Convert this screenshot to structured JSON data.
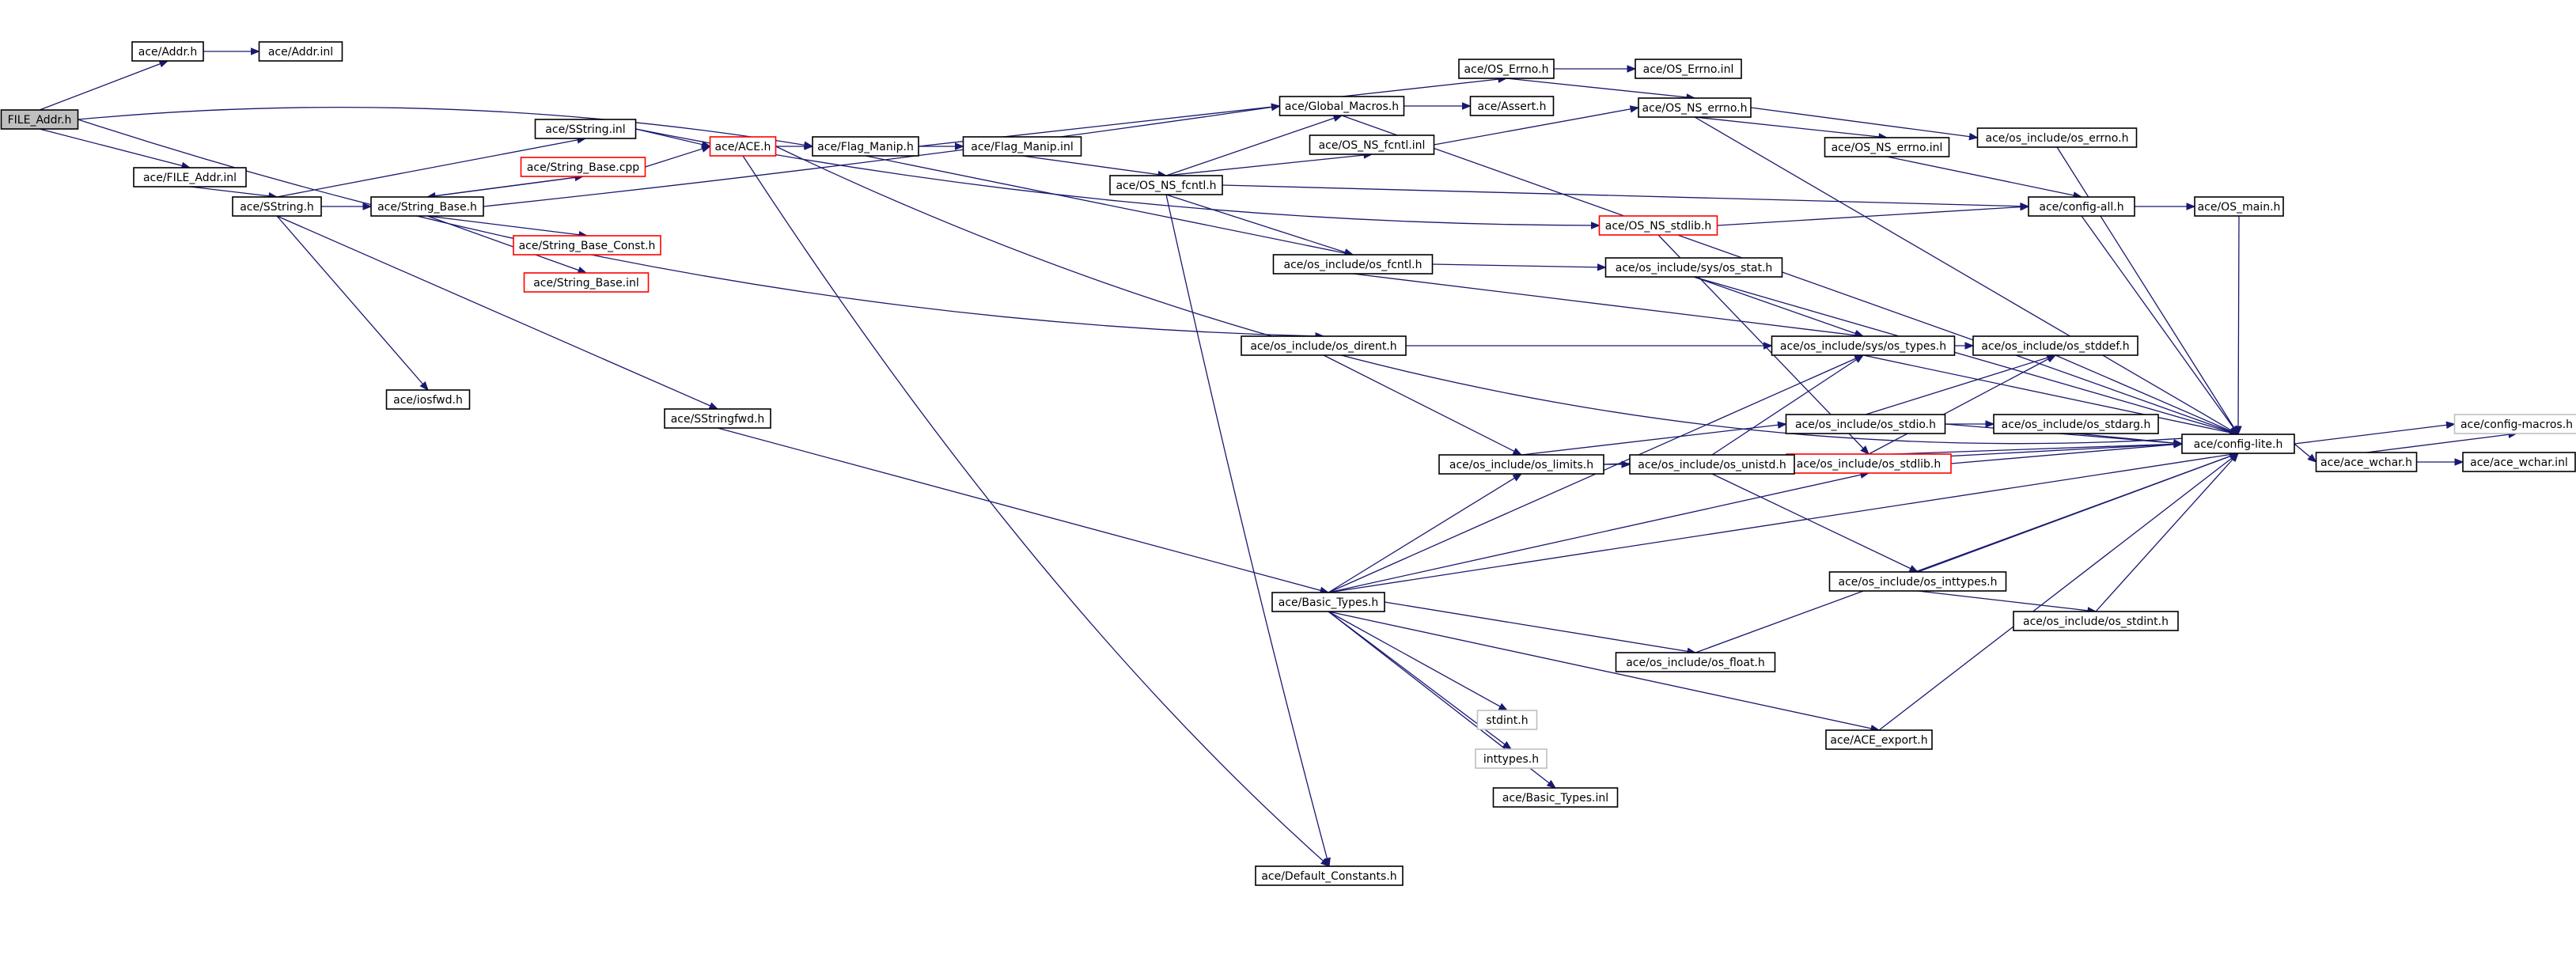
{
  "graph": {
    "kind": "include-dependency-graph",
    "colors": {
      "edge": "#191970",
      "node_border": "#000000",
      "missing_border": "#ff0000",
      "external_border": "#bfbfbf",
      "root_fill": "#bfbfbf"
    },
    "nodes": [
      {
        "id": "file_addr_h",
        "label": "FILE_Addr.h",
        "style": "root"
      },
      {
        "id": "addr_h",
        "label": "ace/Addr.h",
        "style": "normal"
      },
      {
        "id": "addr_inl",
        "label": "ace/Addr.inl",
        "style": "normal"
      },
      {
        "id": "file_addr_inl",
        "label": "ace/FILE_Addr.inl",
        "style": "normal"
      },
      {
        "id": "sstring_h",
        "label": "ace/SString.h",
        "style": "normal"
      },
      {
        "id": "sstring_inl",
        "label": "ace/SString.inl",
        "style": "normal"
      },
      {
        "id": "string_base_h",
        "label": "ace/String_Base.h",
        "style": "normal"
      },
      {
        "id": "string_base_cpp",
        "label": "ace/String_Base.cpp",
        "style": "red"
      },
      {
        "id": "string_base_const_h",
        "label": "ace/String_Base_Const.h",
        "style": "red"
      },
      {
        "id": "string_base_inl",
        "label": "ace/String_Base.inl",
        "style": "red"
      },
      {
        "id": "iosfwd_h",
        "label": "ace/iosfwd.h",
        "style": "normal"
      },
      {
        "id": "sstringfwd_h",
        "label": "ace/SStringfwd.h",
        "style": "normal"
      },
      {
        "id": "ace_h",
        "label": "ace/ACE.h",
        "style": "red"
      },
      {
        "id": "flag_manip_h",
        "label": "ace/Flag_Manip.h",
        "style": "normal"
      },
      {
        "id": "flag_manip_inl",
        "label": "ace/Flag_Manip.inl",
        "style": "normal"
      },
      {
        "id": "global_macros_h",
        "label": "ace/Global_Macros.h",
        "style": "normal"
      },
      {
        "id": "os_errno_h",
        "label": "ace/OS_Errno.h",
        "style": "normal"
      },
      {
        "id": "os_errno_inl",
        "label": "ace/OS_Errno.inl",
        "style": "normal"
      },
      {
        "id": "assert_h",
        "label": "ace/Assert.h",
        "style": "normal"
      },
      {
        "id": "os_ns_errno_h",
        "label": "ace/OS_NS_errno.h",
        "style": "normal"
      },
      {
        "id": "os_ns_errno_inl",
        "label": "ace/OS_NS_errno.inl",
        "style": "normal"
      },
      {
        "id": "os_include_os_errno_h",
        "label": "ace/os_include/os_errno.h",
        "style": "normal"
      },
      {
        "id": "os_ns_fcntl_inl",
        "label": "ace/OS_NS_fcntl.inl",
        "style": "normal"
      },
      {
        "id": "os_ns_fcntl_h",
        "label": "ace/OS_NS_fcntl.h",
        "style": "normal"
      },
      {
        "id": "config_all_h",
        "label": "ace/config-all.h",
        "style": "normal"
      },
      {
        "id": "os_main_h",
        "label": "ace/OS_main.h",
        "style": "normal"
      },
      {
        "id": "os_ns_stdlib_h",
        "label": "ace/OS_NS_stdlib.h",
        "style": "red"
      },
      {
        "id": "os_fcntl_h",
        "label": "ace/os_include/os_fcntl.h",
        "style": "normal"
      },
      {
        "id": "sys_os_stat_h",
        "label": "ace/os_include/sys/os_stat.h",
        "style": "normal"
      },
      {
        "id": "os_dirent_h",
        "label": "ace/os_include/os_dirent.h",
        "style": "normal"
      },
      {
        "id": "sys_os_types_h",
        "label": "ace/os_include/sys/os_types.h",
        "style": "normal"
      },
      {
        "id": "os_stddef_h",
        "label": "ace/os_include/os_stddef.h",
        "style": "normal"
      },
      {
        "id": "os_stdio_h",
        "label": "ace/os_include/os_stdio.h",
        "style": "normal"
      },
      {
        "id": "os_stdarg_h",
        "label": "ace/os_include/os_stdarg.h",
        "style": "normal"
      },
      {
        "id": "os_stdlib_h",
        "label": "ace/os_include/os_stdlib.h",
        "style": "red"
      },
      {
        "id": "os_limits_h",
        "label": "ace/os_include/os_limits.h",
        "style": "normal"
      },
      {
        "id": "os_unistd_h",
        "label": "ace/os_include/os_unistd.h",
        "style": "normal"
      },
      {
        "id": "config_lite_h",
        "label": "ace/config-lite.h",
        "style": "normal"
      },
      {
        "id": "config_macros_h",
        "label": "ace/config-macros.h",
        "style": "grey"
      },
      {
        "id": "ace_wchar_h",
        "label": "ace/ace_wchar.h",
        "style": "normal"
      },
      {
        "id": "ace_wchar_inl",
        "label": "ace/ace_wchar.inl",
        "style": "normal"
      },
      {
        "id": "os_inttypes_h",
        "label": "ace/os_include/os_inttypes.h",
        "style": "normal"
      },
      {
        "id": "os_stdint_h",
        "label": "ace/os_include/os_stdint.h",
        "style": "normal"
      },
      {
        "id": "basic_types_h",
        "label": "ace/Basic_Types.h",
        "style": "normal"
      },
      {
        "id": "os_float_h",
        "label": "ace/os_include/os_float.h",
        "style": "normal"
      },
      {
        "id": "ace_export_h",
        "label": "ace/ACE_export.h",
        "style": "normal"
      },
      {
        "id": "stdint_h",
        "label": "stdint.h",
        "style": "grey"
      },
      {
        "id": "inttypes_h",
        "label": "inttypes.h",
        "style": "grey"
      },
      {
        "id": "basic_types_inl",
        "label": "ace/Basic_Types.inl",
        "style": "normal"
      },
      {
        "id": "default_constants_h",
        "label": "ace/Default_Constants.h",
        "style": "normal"
      }
    ],
    "edges": [
      [
        "file_addr_h",
        "addr_h"
      ],
      [
        "file_addr_h",
        "file_addr_inl"
      ],
      [
        "file_addr_h",
        "flag_manip_h"
      ],
      [
        "file_addr_h",
        "os_dirent_h"
      ],
      [
        "addr_h",
        "addr_inl"
      ],
      [
        "file_addr_inl",
        "sstring_h"
      ],
      [
        "sstring_h",
        "sstring_inl"
      ],
      [
        "sstring_h",
        "string_base_h"
      ],
      [
        "sstring_h",
        "iosfwd_h"
      ],
      [
        "sstring_h",
        "sstringfwd_h"
      ],
      [
        "sstring_inl",
        "ace_h"
      ],
      [
        "sstring_inl",
        "os_ns_stdlib_h"
      ],
      [
        "string_base_h",
        "string_base_cpp"
      ],
      [
        "string_base_h",
        "string_base_const_h"
      ],
      [
        "string_base_h",
        "string_base_inl"
      ],
      [
        "string_base_h",
        "global_macros_h"
      ],
      [
        "string_base_cpp",
        "string_base_h"
      ],
      [
        "string_base_cpp",
        "ace_h"
      ],
      [
        "ace_h",
        "flag_manip_h"
      ],
      [
        "ace_h",
        "default_constants_h"
      ],
      [
        "ace_h",
        "config_lite_h"
      ],
      [
        "flag_manip_h",
        "flag_manip_inl"
      ],
      [
        "flag_manip_h",
        "global_macros_h"
      ],
      [
        "flag_manip_h",
        "os_fcntl_h"
      ],
      [
        "flag_manip_inl",
        "os_ns_fcntl_h"
      ],
      [
        "global_macros_h",
        "os_errno_h"
      ],
      [
        "global_macros_h",
        "assert_h"
      ],
      [
        "global_macros_h",
        "config_lite_h"
      ],
      [
        "os_errno_h",
        "os_errno_inl"
      ],
      [
        "os_errno_h",
        "os_ns_errno_h"
      ],
      [
        "os_ns_errno_h",
        "os_ns_errno_inl"
      ],
      [
        "os_ns_errno_h",
        "os_include_os_errno_h"
      ],
      [
        "os_ns_errno_h",
        "config_lite_h"
      ],
      [
        "os_ns_errno_inl",
        "config_all_h"
      ],
      [
        "os_include_os_errno_h",
        "config_lite_h"
      ],
      [
        "os_ns_fcntl_h",
        "global_macros_h"
      ],
      [
        "os_ns_fcntl_h",
        "os_ns_fcntl_inl"
      ],
      [
        "os_ns_fcntl_h",
        "os_fcntl_h"
      ],
      [
        "os_ns_fcntl_h",
        "config_all_h"
      ],
      [
        "os_ns_fcntl_h",
        "default_constants_h"
      ],
      [
        "os_ns_fcntl_inl",
        "os_ns_errno_h"
      ],
      [
        "config_all_h",
        "os_main_h"
      ],
      [
        "config_all_h",
        "config_lite_h"
      ],
      [
        "os_main_h",
        "config_lite_h"
      ],
      [
        "os_ns_stdlib_h",
        "config_all_h"
      ],
      [
        "os_ns_stdlib_h",
        "os_stdlib_h"
      ],
      [
        "os_fcntl_h",
        "sys_os_stat_h"
      ],
      [
        "os_fcntl_h",
        "sys_os_types_h"
      ],
      [
        "sys_os_stat_h",
        "sys_os_types_h"
      ],
      [
        "sys_os_stat_h",
        "config_lite_h"
      ],
      [
        "os_dirent_h",
        "sys_os_types_h"
      ],
      [
        "os_dirent_h",
        "os_limits_h"
      ],
      [
        "sys_os_types_h",
        "os_stddef_h"
      ],
      [
        "sys_os_types_h",
        "config_lite_h"
      ],
      [
        "os_stddef_h",
        "config_lite_h"
      ],
      [
        "os_stdio_h",
        "os_stdarg_h"
      ],
      [
        "os_stdio_h",
        "os_stddef_h"
      ],
      [
        "os_stdio_h",
        "config_lite_h"
      ],
      [
        "os_stdarg_h",
        "config_lite_h"
      ],
      [
        "os_stdlib_h",
        "os_stddef_h"
      ],
      [
        "os_stdlib_h",
        "config_lite_h"
      ],
      [
        "os_limits_h",
        "os_unistd_h"
      ],
      [
        "os_limits_h",
        "os_stdio_h"
      ],
      [
        "os_limits_h",
        "config_lite_h"
      ],
      [
        "os_unistd_h",
        "sys_os_types_h"
      ],
      [
        "os_unistd_h",
        "os_inttypes_h"
      ],
      [
        "os_unistd_h",
        "config_lite_h"
      ],
      [
        "config_lite_h",
        "config_macros_h"
      ],
      [
        "config_lite_h",
        "ace_wchar_h"
      ],
      [
        "ace_wchar_h",
        "ace_wchar_inl"
      ],
      [
        "ace_wchar_h",
        "config_macros_h"
      ],
      [
        "os_inttypes_h",
        "os_stdint_h"
      ],
      [
        "os_inttypes_h",
        "config_lite_h"
      ],
      [
        "os_stdint_h",
        "config_lite_h"
      ],
      [
        "sstringfwd_h",
        "basic_types_h"
      ],
      [
        "basic_types_h",
        "os_limits_h"
      ],
      [
        "basic_types_h",
        "sys_os_types_h"
      ],
      [
        "basic_types_h",
        "os_stdlib_h"
      ],
      [
        "basic_types_h",
        "os_float_h"
      ],
      [
        "basic_types_h",
        "ace_export_h"
      ],
      [
        "basic_types_h",
        "stdint_h"
      ],
      [
        "basic_types_h",
        "inttypes_h"
      ],
      [
        "basic_types_h",
        "basic_types_inl"
      ],
      [
        "basic_types_h",
        "config_lite_h"
      ],
      [
        "os_float_h",
        "config_lite_h"
      ],
      [
        "ace_export_h",
        "config_lite_h"
      ]
    ]
  }
}
